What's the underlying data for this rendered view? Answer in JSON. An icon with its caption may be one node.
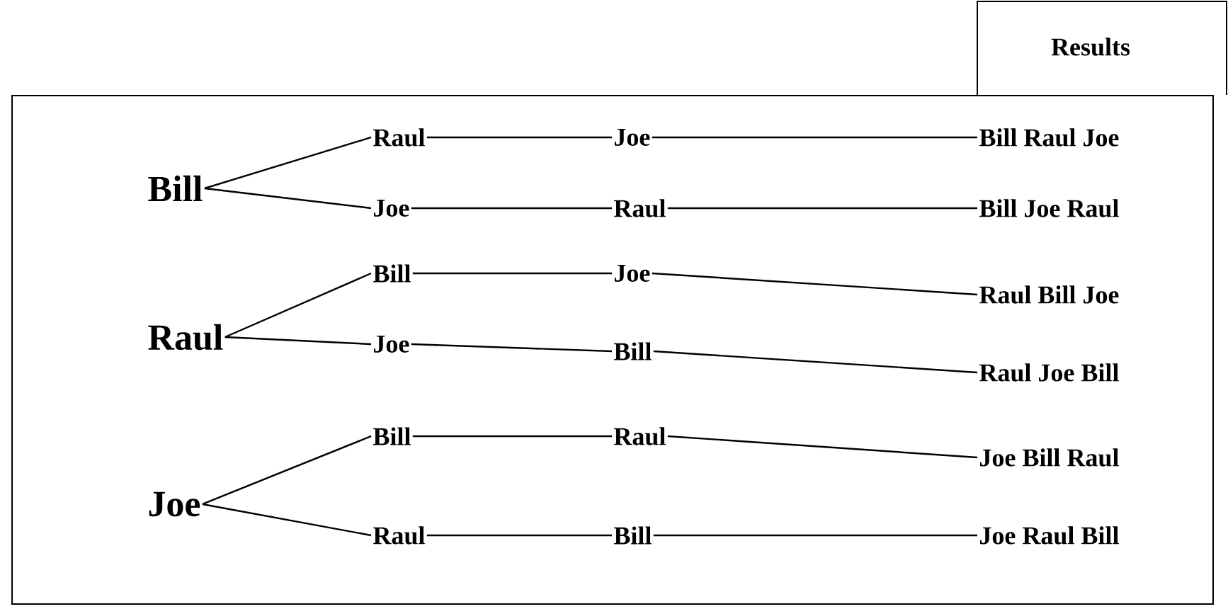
{
  "diagram": {
    "nodes": [
      {
        "text": [
          "Results"
        ]
      },
      {
        "text": [],
        "shape": "box"
      },
      {
        "text": [
          "Bill"
        ],
        "in": 1
      },
      {
        "text": [
          "Raul"
        ],
        "in": 1
      },
      {
        "text": [
          "Joe"
        ],
        "in": 1
      },
      {
        "text": [
          "Bill Raul Joe"
        ],
        "in": 1
      },
      {
        "text": [
          "Joe"
        ],
        "in": 1
      },
      {
        "text": [
          "Raul"
        ],
        "in": 1
      },
      {
        "text": [
          "Bill Joe Raul"
        ],
        "in": 1
      },
      {
        "text": [
          "Raul"
        ],
        "in": 1
      },
      {
        "text": [
          "Bill"
        ],
        "in": 1
      },
      {
        "text": [
          "Joe"
        ],
        "in": 1
      },
      {
        "text": [
          "Raul Bill Joe"
        ],
        "in": 1
      },
      {
        "text": [
          "Joe"
        ],
        "in": 1
      },
      {
        "text": [
          "Bill"
        ],
        "in": 1
      },
      {
        "text": [
          "Raul Joe Bill"
        ],
        "in": 1
      },
      {
        "text": [
          "Joe"
        ],
        "in": 1
      },
      {
        "text": [
          "Bill"
        ],
        "in": 1
      },
      {
        "text": [
          "Raul"
        ],
        "in": 1
      },
      {
        "text": [
          "Joe Bill Raul"
        ],
        "in": 1
      },
      {
        "text": [
          "Raul"
        ],
        "in": 1
      },
      {
        "text": [
          "Bill"
        ],
        "in": 1
      },
      {
        "text": [
          "Joe Raul Bill"
        ],
        "in": 1
      }
    ],
    "edges": [
      {
        "from": 2,
        "to": 3,
        "arrow": "none"
      },
      {
        "from": 3,
        "to": 4,
        "arrow": "none"
      },
      {
        "from": 4,
        "to": 5,
        "arrow": "none"
      },
      {
        "from": 2,
        "to": 6,
        "arrow": "none"
      },
      {
        "from": 6,
        "to": 7,
        "arrow": "none"
      },
      {
        "from": 7,
        "to": 8,
        "arrow": "none"
      },
      {
        "from": 9,
        "to": 10,
        "arrow": "none"
      },
      {
        "from": 10,
        "to": 11,
        "arrow": "none"
      },
      {
        "from": 11,
        "to": 12,
        "arrow": "none"
      },
      {
        "from": 9,
        "to": 13,
        "arrow": "none"
      },
      {
        "from": 13,
        "to": 14,
        "arrow": "none"
      },
      {
        "from": 14,
        "to": 15,
        "arrow": "none"
      },
      {
        "from": 16,
        "to": 17,
        "arrow": "none"
      },
      {
        "from": 17,
        "to": 18,
        "arrow": "none"
      },
      {
        "from": 18,
        "to": 19,
        "arrow": "none"
      },
      {
        "from": 16,
        "to": 20,
        "arrow": "none"
      },
      {
        "from": 20,
        "to": 21,
        "arrow": "none"
      },
      {
        "from": 21,
        "to": 22,
        "arrow": "none"
      }
    ]
  }
}
